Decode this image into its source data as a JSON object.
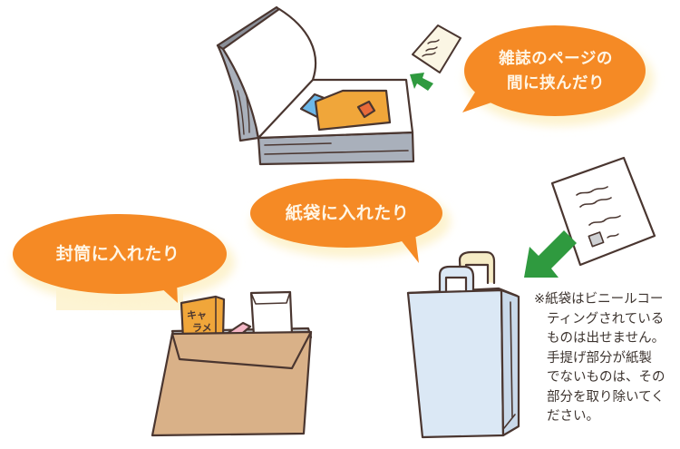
{
  "bubbles": {
    "magazine": {
      "line1": "雑誌のページの",
      "line2": "間に挟んだり"
    },
    "envelope": {
      "text": "封筒に入れたり"
    },
    "paper_bag": {
      "text": "紙袋に入れたり"
    }
  },
  "illustrations": {
    "candy_box_label_line1": "キャ",
    "candy_box_label_line2": "ラメ"
  },
  "note": {
    "lines": [
      "※紙袋はビニールコー",
      "ティングされている",
      "ものは出せません。",
      "手提げ部分が紙製",
      "でないものは、その",
      "部分を取り除いてく",
      "ださい。"
    ]
  },
  "colors": {
    "bubble_orange": "#f58a25",
    "bubble_shadow": "#fdf3cf",
    "arrow_green": "#2f9a3f",
    "outline": "#4a3630",
    "magazine_gray": "#a9b0bb",
    "envelope_tan": "#d9b188",
    "bag_blue": "#dbe8f5",
    "candy_orange": "#f0a63a",
    "card_blue": "#6cb7e8",
    "paper_cream": "#fbf6e4"
  }
}
